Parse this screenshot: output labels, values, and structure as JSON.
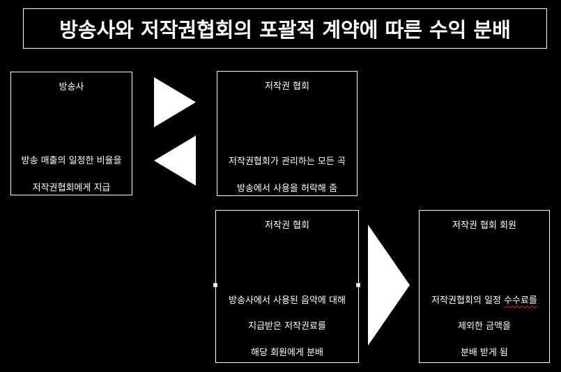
{
  "title": "방송사와 저작권협회의 포괄적 계약에 따른 수익 분배",
  "boxes": {
    "broadcaster": {
      "head": "방송사",
      "lines": [
        "방송 매출의 일정한 비율을",
        "저작권협회에게 지급"
      ]
    },
    "association_top": {
      "head": "저작권 협회",
      "lines": [
        "저작권협회가 관리하는 모든 곡",
        "방송에서 사용을 허락해 줌"
      ]
    },
    "association_bottom": {
      "head": "저작권 협회",
      "lines": [
        "방송사에서 사용된 음악에 대해",
        "지급받은 저작권료를",
        "해당 회원에게 분배"
      ]
    },
    "member": {
      "head": "저작권 협회 회원",
      "line1_prefix": "저작권협회의 일정 ",
      "line1_flagged": "수수료를",
      "lines": [
        "제외한 금액을",
        "분배 받게 됨"
      ]
    }
  },
  "colors": {
    "background": "#000000",
    "foreground": "#ffffff",
    "spellcheck": "#e03030"
  }
}
